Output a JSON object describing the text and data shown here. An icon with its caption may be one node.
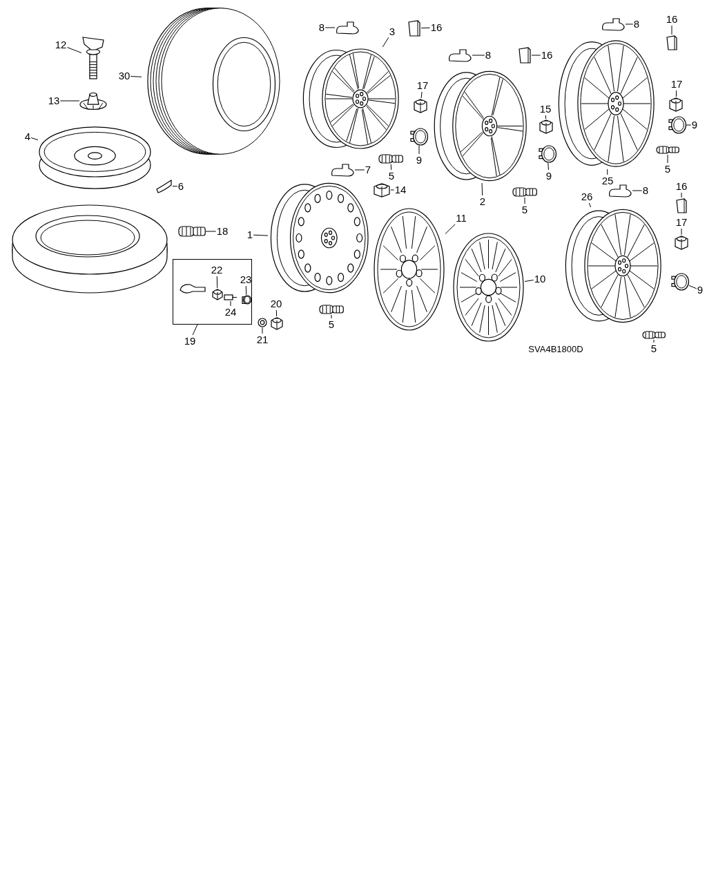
{
  "diagram": {
    "nodes": [
      {
        "text": [
          "12"
        ]
      },
      {
        "text": [],
        "shape": "picture"
      },
      {
        "text": [
          "13"
        ]
      },
      {
        "text": [],
        "shape": "picture"
      },
      {
        "text": [
          "30"
        ]
      },
      {
        "text": [],
        "shape": "picture"
      },
      {
        "text": [
          "4"
        ]
      },
      {
        "text": [],
        "shape": "picture"
      },
      {
        "text": [
          "6"
        ]
      },
      {
        "text": [],
        "shape": "picture"
      },
      {
        "text": [
          "18"
        ]
      },
      {
        "text": [],
        "shape": "picture"
      },
      {
        "text": [
          "1"
        ]
      },
      {
        "text": [],
        "shape": "picture"
      },
      {
        "text": [
          "19"
        ]
      },
      {
        "text": [],
        "shape": "box"
      },
      {
        "text": [
          "22"
        ],
        "in": 15
      },
      {
        "text": [],
        "shape": "picture",
        "in": 15
      },
      {
        "text": [
          "23"
        ],
        "in": 15
      },
      {
        "text": [],
        "shape": "picture",
        "in": 15
      },
      {
        "text": [
          "24"
        ],
        "in": 15
      },
      {
        "text": [],
        "shape": "picture",
        "in": 15
      },
      {
        "text": [
          "20"
        ]
      },
      {
        "text": [],
        "shape": "picture"
      },
      {
        "text": [
          "21"
        ]
      },
      {
        "text": [],
        "shape": "picture"
      },
      {
        "text": [
          "8"
        ]
      },
      {
        "text": [],
        "shape": "picture"
      },
      {
        "text": [
          "16"
        ]
      },
      {
        "text": [],
        "shape": "picture"
      },
      {
        "text": [
          "3"
        ]
      },
      {
        "text": [],
        "shape": "picture"
      },
      {
        "text": [
          "17"
        ]
      },
      {
        "text": [],
        "shape": "picture"
      },
      {
        "text": [
          "9"
        ]
      },
      {
        "text": [],
        "shape": "picture"
      },
      {
        "text": [
          "5"
        ]
      },
      {
        "text": [],
        "shape": "picture"
      },
      {
        "text": [
          "7"
        ]
      },
      {
        "text": [],
        "shape": "picture"
      },
      {
        "text": [
          "8"
        ]
      },
      {
        "text": [],
        "shape": "picture"
      },
      {
        "text": [
          "16"
        ]
      },
      {
        "text": [],
        "shape": "picture"
      },
      {
        "text": [
          "2"
        ]
      },
      {
        "text": [],
        "shape": "picture"
      },
      {
        "text": [
          "15"
        ]
      },
      {
        "text": [],
        "shape": "picture"
      },
      {
        "text": [
          "9"
        ]
      },
      {
        "text": [],
        "shape": "picture"
      },
      {
        "text": [
          "5"
        ]
      },
      {
        "text": [],
        "shape": "picture"
      },
      {
        "text": [
          "14"
        ]
      },
      {
        "text": [],
        "shape": "picture"
      },
      {
        "text": [
          "11"
        ]
      },
      {
        "text": [],
        "shape": "picture"
      },
      {
        "text": [
          "10"
        ]
      },
      {
        "text": [],
        "shape": "picture"
      },
      {
        "text": [
          "5"
        ]
      },
      {
        "text": [],
        "shape": "picture"
      },
      {
        "text": [
          "8"
        ]
      },
      {
        "text": [],
        "shape": "picture"
      },
      {
        "text": [
          "16"
        ]
      },
      {
        "text": [],
        "shape": "picture"
      },
      {
        "text": [
          "17"
        ]
      },
      {
        "text": [],
        "shape": "picture"
      },
      {
        "text": [
          "9"
        ]
      },
      {
        "text": [],
        "shape": "picture"
      },
      {
        "text": [
          "25"
        ]
      },
      {
        "text": [],
        "shape": "picture"
      },
      {
        "text": [
          "5"
        ]
      },
      {
        "text": [],
        "shape": "picture"
      },
      {
        "text": [
          "26"
        ]
      },
      {
        "text": [],
        "shape": "picture"
      },
      {
        "text": [
          "8"
        ]
      },
      {
        "text": [],
        "shape": "picture"
      },
      {
        "text": [
          "16"
        ]
      },
      {
        "text": [],
        "shape": "picture"
      },
      {
        "text": [
          "17"
        ]
      },
      {
        "text": [],
        "shape": "picture"
      },
      {
        "text": [
          "9"
        ]
      },
      {
        "text": [],
        "shape": "picture"
      },
      {
        "text": [
          "5"
        ]
      },
      {
        "text": [],
        "shape": "picture"
      }
    ],
    "edges": [
      {
        "from": 0,
        "to": 1,
        "arrow": "none"
      },
      {
        "from": 2,
        "to": 3,
        "arrow": "none"
      },
      {
        "from": 4,
        "to": 5,
        "arrow": "none"
      },
      {
        "from": 6,
        "to": 7,
        "arrow": "none"
      },
      {
        "from": 8,
        "to": 9,
        "arrow": "none"
      },
      {
        "from": 10,
        "to": 11,
        "arrow": "none"
      },
      {
        "from": 12,
        "to": 13,
        "arrow": "none"
      },
      {
        "from": 14,
        "to": 15,
        "arrow": "none"
      },
      {
        "from": 16,
        "to": 17,
        "arrow": "none"
      },
      {
        "from": 18,
        "to": 19,
        "arrow": "none"
      },
      {
        "from": 20,
        "to": 21,
        "arrow": "none"
      },
      {
        "from": 22,
        "to": 23,
        "arrow": "none"
      },
      {
        "from": 24,
        "to": 25,
        "arrow": "none"
      },
      {
        "from": 26,
        "to": 27,
        "arrow": "none"
      },
      {
        "from": 28,
        "to": 29,
        "arrow": "none"
      },
      {
        "from": 30,
        "to": 31,
        "arrow": "none"
      },
      {
        "from": 32,
        "to": 33,
        "arrow": "none"
      },
      {
        "from": 34,
        "to": 35,
        "arrow": "none"
      },
      {
        "from": 36,
        "to": 37,
        "arrow": "none"
      },
      {
        "from": 38,
        "to": 39,
        "arrow": "none"
      },
      {
        "from": 40,
        "to": 41,
        "arrow": "none"
      },
      {
        "from": 42,
        "to": 43,
        "arrow": "none"
      },
      {
        "from": 44,
        "to": 45,
        "arrow": "none"
      },
      {
        "from": 46,
        "to": 47,
        "arrow": "none"
      },
      {
        "from": 48,
        "to": 49,
        "arrow": "none"
      },
      {
        "from": 50,
        "to": 51,
        "arrow": "none"
      },
      {
        "from": 52,
        "to": 53,
        "arrow": "none"
      },
      {
        "from": 54,
        "to": 55,
        "arrow": "none"
      },
      {
        "from": 56,
        "to": 57,
        "arrow": "none"
      },
      {
        "from": 58,
        "to": 59,
        "arrow": "none"
      },
      {
        "from": 60,
        "to": 61,
        "arrow": "none"
      },
      {
        "from": 62,
        "to": 63,
        "arrow": "none"
      },
      {
        "from": 64,
        "to": 65,
        "arrow": "none"
      },
      {
        "from": 66,
        "to": 67,
        "arrow": "none"
      },
      {
        "from": 68,
        "to": 69,
        "arrow": "none"
      },
      {
        "from": 70,
        "to": 71,
        "arrow": "none"
      },
      {
        "from": 72,
        "to": 73,
        "arrow": "none"
      },
      {
        "from": 74,
        "to": 75,
        "arrow": "none"
      },
      {
        "from": 76,
        "to": 77,
        "arrow": "none"
      },
      {
        "from": 78,
        "to": 79,
        "arrow": "none"
      },
      {
        "from": 80,
        "to": 81,
        "arrow": "none"
      },
      {
        "from": 82,
        "to": 83,
        "arrow": "none"
      }
    ],
    "labels": [
      "SVA4B1800D"
    ]
  }
}
